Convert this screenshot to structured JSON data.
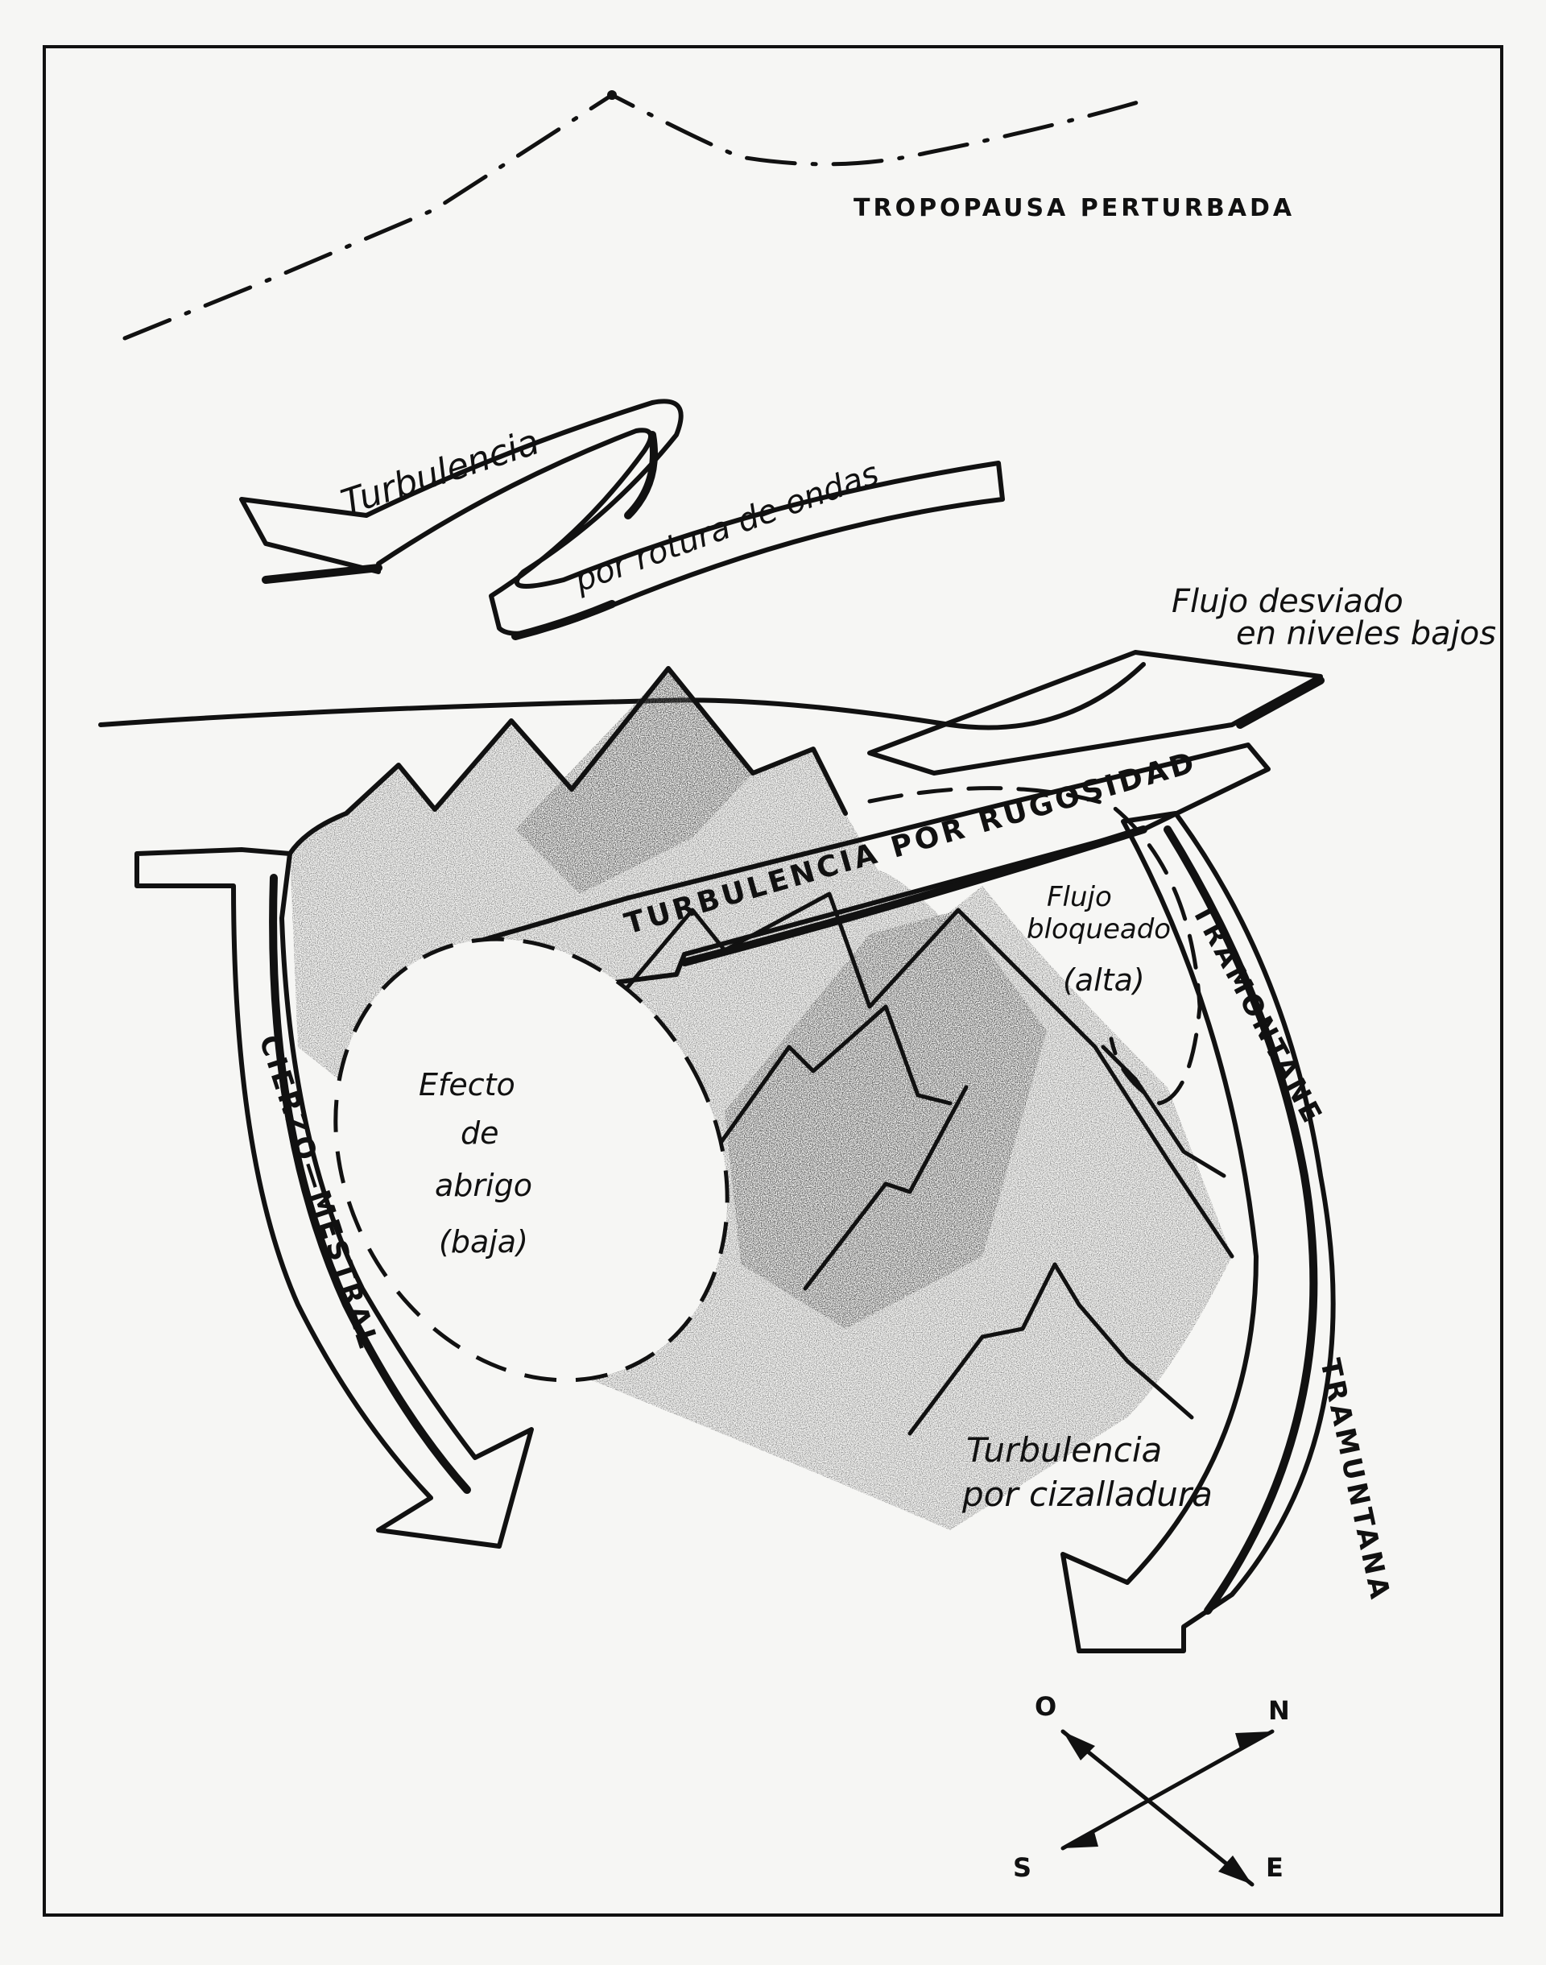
{
  "labels": {
    "tropopausa": "TROPOPAUSA PERTURBADA",
    "onda_1": "Turbulencia",
    "onda_2": "por rotura de ondas",
    "flujo_desviado_1": "Flujo desviado",
    "flujo_desviado_2": "en niveles bajos",
    "rugosidad": "TURBULENCIA POR RUGOSIDAD",
    "bloqueado_1": "Flujo",
    "bloqueado_2": "bloqueado",
    "bloqueado_3": "(alta)",
    "tramontane": "TRAMONTANE",
    "cierzo": "CIERZO—MESTRAL",
    "abrigo_1": "Efecto",
    "abrigo_2": "de",
    "abrigo_3": "abrigo",
    "abrigo_4": "(baja)",
    "cizalladura_1": "Turbulencia",
    "cizalladura_2": "por cizalladura",
    "tramuntana": "TRAMUNTANA"
  },
  "compass": {
    "n": "N",
    "o": "O",
    "s": "S",
    "e": "E"
  },
  "colors": {
    "ink": "#111111",
    "paper": "#f6f6f4",
    "rock": "#7a7a7a"
  }
}
